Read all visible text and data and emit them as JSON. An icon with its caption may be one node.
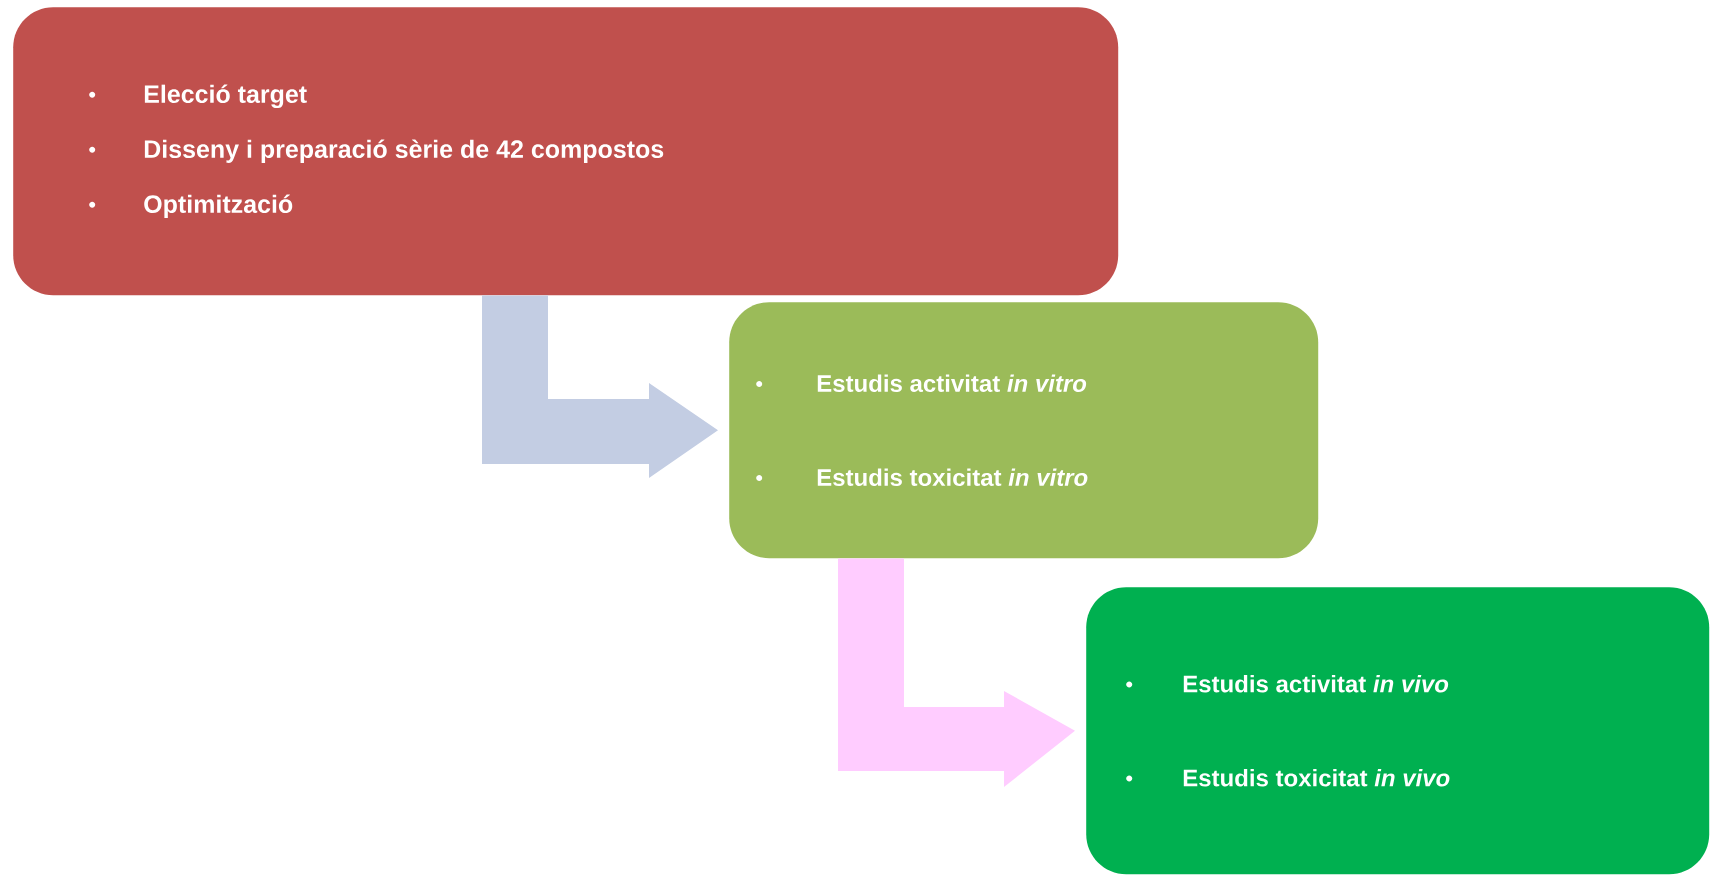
{
  "diagram": {
    "nodes": [
      {
        "text": [
          "Elecció target",
          "Disseny i preparació sèrie de 42 compostos",
          "Optimització"
        ]
      },
      {
        "text": [
          "Estudis activitat *in vitro*",
          "Estudis toxicitat *in vitro*"
        ]
      },
      {
        "text": [
          "Estudis activitat *in vivo*",
          "Estudis toxicitat *in vivo*"
        ]
      }
    ],
    "edges": [
      {
        "from": 0,
        "to": 1,
        "arrow": "to",
        "color": "#c3cde3"
      },
      {
        "from": 1,
        "to": 2,
        "arrow": "to",
        "color": "#ffccff"
      }
    ]
  }
}
